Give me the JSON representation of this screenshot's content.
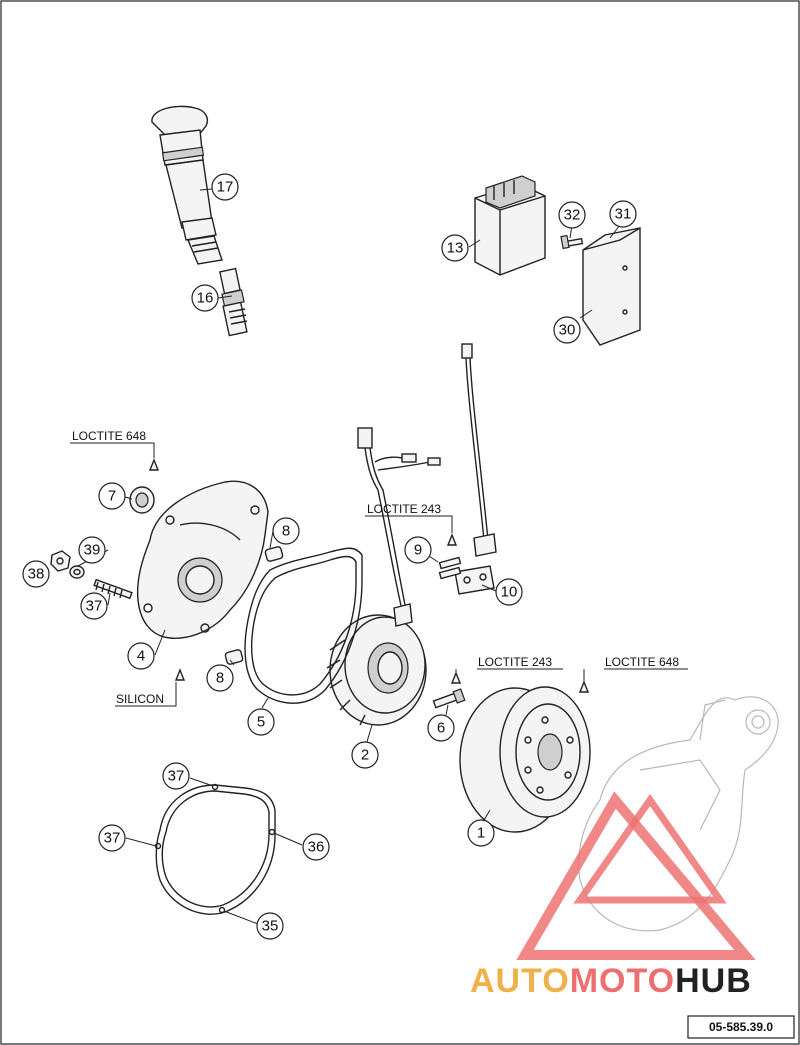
{
  "drawing": {
    "reference_code": "05-585.39.0"
  },
  "callouts": [
    {
      "id": "c1",
      "number": "1"
    },
    {
      "id": "c2",
      "number": "2"
    },
    {
      "id": "c4",
      "number": "4"
    },
    {
      "id": "c5",
      "number": "5"
    },
    {
      "id": "c6",
      "number": "6"
    },
    {
      "id": "c7",
      "number": "7"
    },
    {
      "id": "c8a",
      "number": "8"
    },
    {
      "id": "c8b",
      "number": "8"
    },
    {
      "id": "c9",
      "number": "9"
    },
    {
      "id": "c10",
      "number": "10"
    },
    {
      "id": "c13",
      "number": "13"
    },
    {
      "id": "c16",
      "number": "16"
    },
    {
      "id": "c17",
      "number": "17"
    },
    {
      "id": "c30",
      "number": "30"
    },
    {
      "id": "c31",
      "number": "31"
    },
    {
      "id": "c32",
      "number": "32"
    },
    {
      "id": "c35",
      "number": "35"
    },
    {
      "id": "c36",
      "number": "36"
    },
    {
      "id": "c37a",
      "number": "37"
    },
    {
      "id": "c37b",
      "number": "37"
    },
    {
      "id": "c37c",
      "number": "37"
    },
    {
      "id": "c38",
      "number": "38"
    },
    {
      "id": "c39",
      "number": "39"
    }
  ],
  "notes": [
    {
      "id": "n1",
      "text": "LOCTITE 648"
    },
    {
      "id": "n2",
      "text": "LOCTITE 243"
    },
    {
      "id": "n3",
      "text": "LOCTITE 243"
    },
    {
      "id": "n4",
      "text": "LOCTITE 648"
    },
    {
      "id": "n5",
      "text": "SILICON"
    }
  ],
  "watermark": {
    "word_1": "AUTO",
    "word_2": "MOTO",
    "word_3": "HUB",
    "color_1": "#f0b04a",
    "color_2": "#ee6f6f",
    "color_3": "#222222",
    "triangle_color": "#ee7373"
  }
}
